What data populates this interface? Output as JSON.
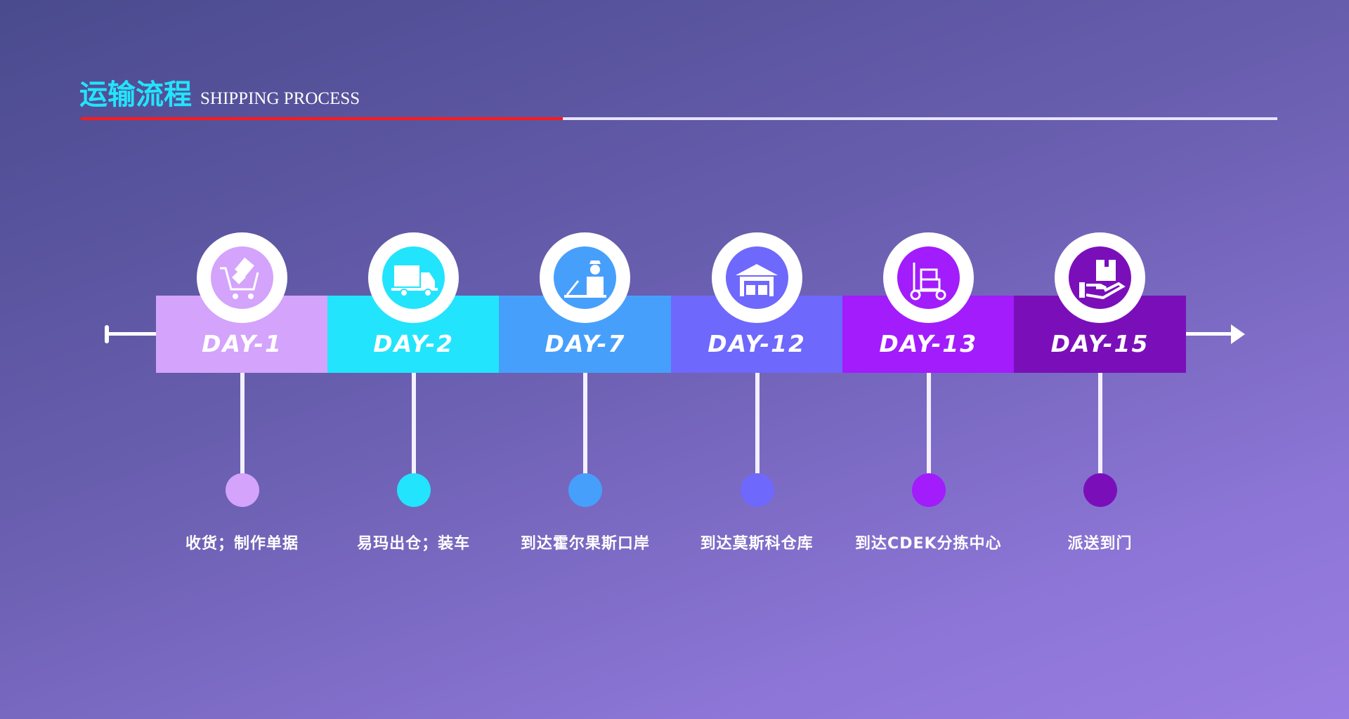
{
  "header": {
    "title_cn": "运输流程",
    "title_en": "SHIPPING PROCESS"
  },
  "steps": [
    {
      "day": "DAY-1",
      "label": "收货；制作单据",
      "color": "#d4a3fb",
      "icon": "shopping-cart-icon"
    },
    {
      "day": "DAY-2",
      "label": "易玛出仓；装车",
      "color": "#22e4fc",
      "icon": "truck-icon"
    },
    {
      "day": "DAY-7",
      "label": "到达霍尔果斯口岸",
      "color": "#479ffc",
      "icon": "customs-officer-icon"
    },
    {
      "day": "DAY-12",
      "label": "到达莫斯科仓库",
      "color": "#6e68fd",
      "icon": "warehouse-icon"
    },
    {
      "day": "DAY-13",
      "label": "到达CDEK分拣中心",
      "color": "#a21cfc",
      "icon": "hand-truck-icon"
    },
    {
      "day": "DAY-15",
      "label": "派送到门",
      "color": "#7a0fba",
      "icon": "package-delivery-icon"
    }
  ]
}
